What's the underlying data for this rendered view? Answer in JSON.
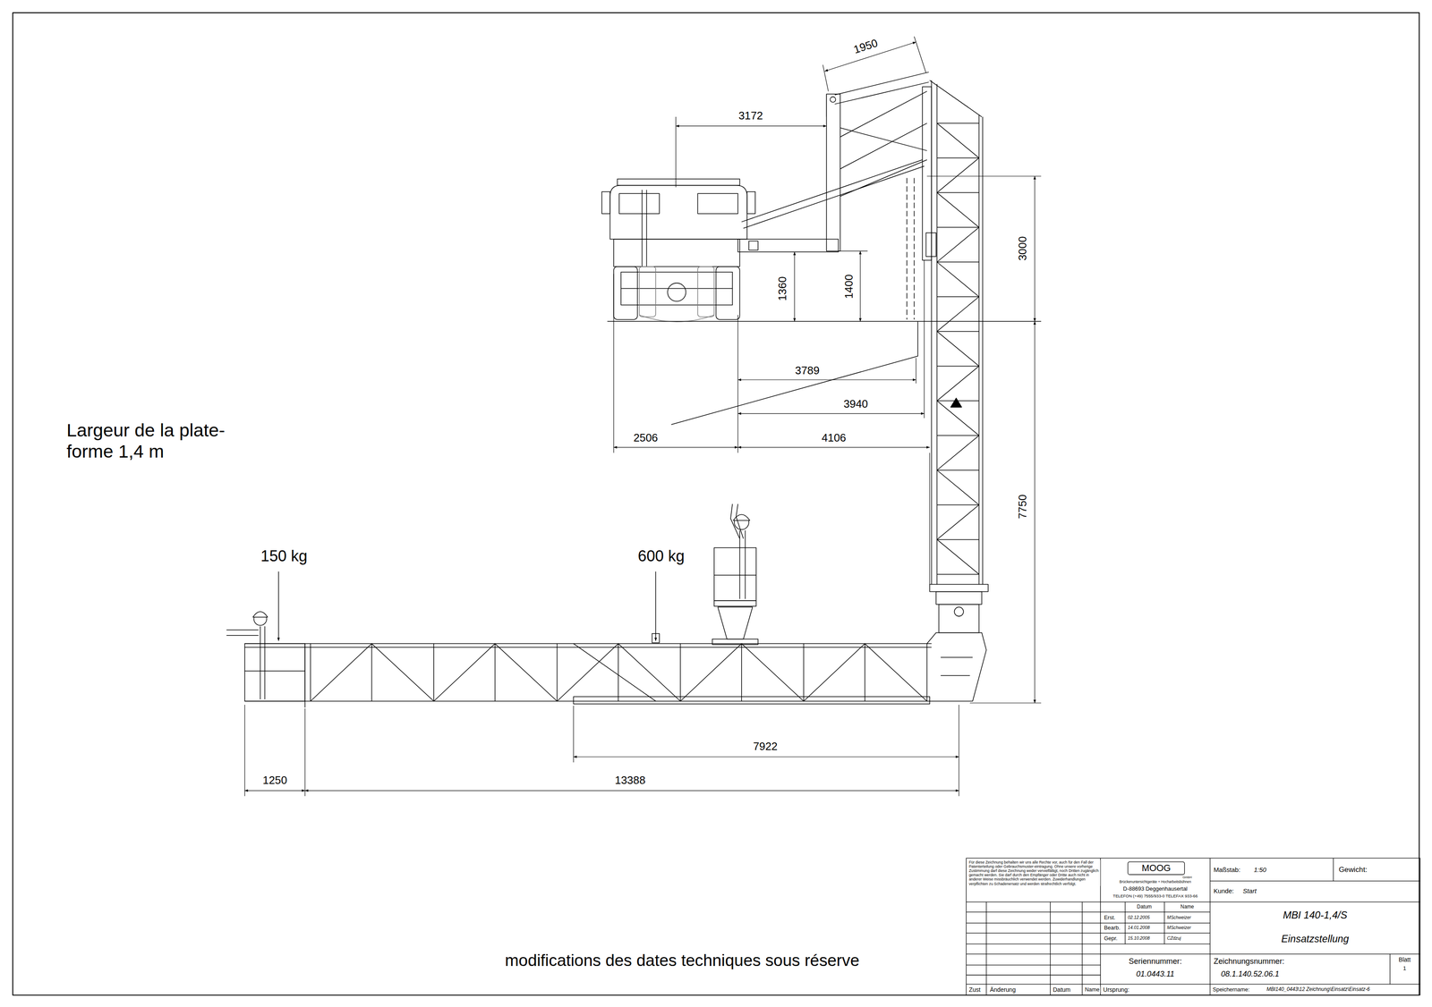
{
  "diagram": {
    "labels": [
      "1950",
      "3172",
      "3000",
      "1360",
      "1400",
      "3789",
      "3940",
      "2506",
      "4106",
      "7750",
      "150 kg",
      "600 kg",
      "7922",
      "1250",
      "13388",
      "Largeur de la plate-forme 1,4 m",
      "modifications des dates techniques sous réserve",
      "Für diese Zeichnung behalten wir uns alle Rechte vor, auch für den Fall der Patenterteilung oder Gebrauchsmuster-eintragung. Ohne unsere vorherige Zustimmung darf diese Zeichnung weder vervielfältigt, noch Dritten zugänglich gemacht werden. Sie darf durch den Empfänger oder Dritte auch nicht in anderer Weise missbräuchlich verwendet werden. Zuwiderhandlungen verpflichten zu Schadenersatz und werden strafrechtlich verfolgt.",
      "MOOG",
      "GmbH",
      "Brückenuntersichtgeräte + Hocharbeitsbühnen",
      "D-88693 Deggenhausertal",
      "TELEFON (+49) 7555/933-0 TELEFAX 933-66",
      "Maßstab:",
      "1:50",
      "Gewicht:",
      "Kunde:",
      "Start",
      "Datum",
      "Name",
      "Erst.",
      "02.12.2005",
      "MSchweizer",
      "Bearb.",
      "14.01.2008",
      "MSchweizer",
      "Gepr.",
      "15.10.2008",
      "CZdzuj",
      "MBI 140-1,4/S",
      "Einsatzstellung",
      "Seriennummer:",
      "01.0443.11",
      "Zeichnungsnummer:",
      "08.1.140.52.06.1",
      "Blatt",
      "1",
      "Zust",
      "Änderung",
      "Datum",
      "Name",
      "Ursprung:",
      "Speichername:",
      "MBI140_0443\\12 Zeichnung\\Einsatz\\Einsatz-6"
    ]
  }
}
